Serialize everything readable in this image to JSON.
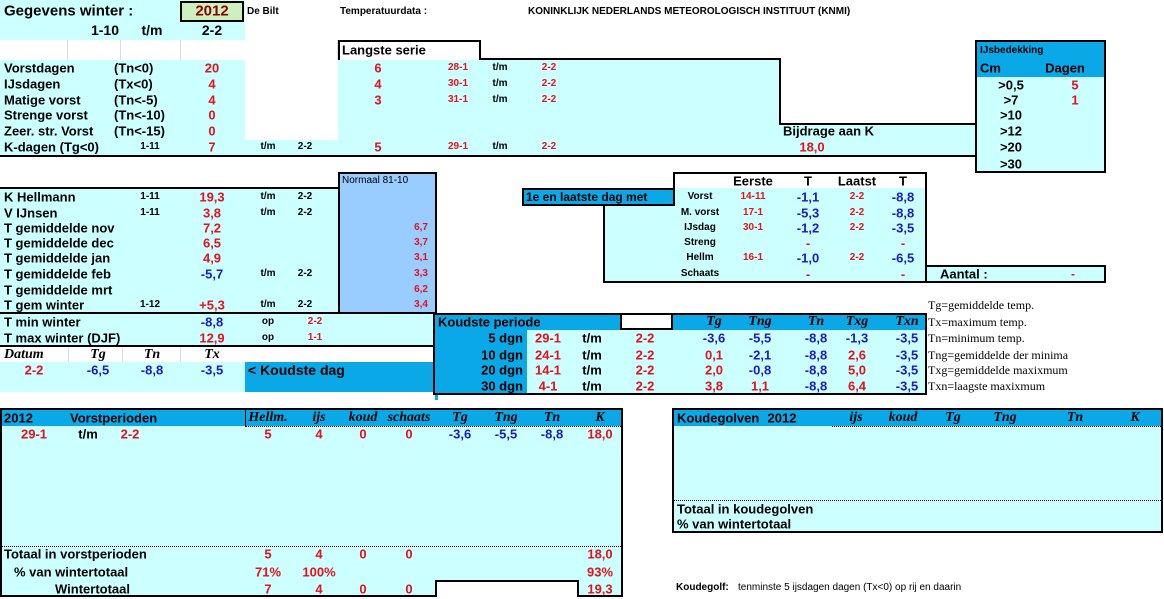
{
  "header": {
    "title": "Gegevens winter :",
    "year": "2012",
    "station": "De Bilt",
    "source_label": "Temperatuurdata :",
    "institute": "KONINKLIJK NEDERLANDS METEOROLOGISCH INSTITUUT (KNMI)",
    "period_from": "1-10",
    "period_sep": "t/m",
    "period_to": "2-2"
  },
  "counts": {
    "longest_series_title": "Langste serie",
    "rows": [
      {
        "label": "Vorstdagen",
        "cond": "(Tn<0)",
        "value": "20",
        "series": "6",
        "from": "28-1",
        "sep": "t/m",
        "to": "2-2"
      },
      {
        "label": "IJsdagen",
        "cond": "(Tx<0)",
        "value": "4",
        "series": "4",
        "from": "30-1",
        "sep": "t/m",
        "to": "2-2"
      },
      {
        "label": "Matige vorst",
        "cond": "(Tn<-5)",
        "value": "4",
        "series": "3",
        "from": "31-1",
        "sep": "t/m",
        "to": "2-2"
      },
      {
        "label": "Strenge vorst",
        "cond": "(Tn<-10)",
        "value": "0"
      },
      {
        "label": "Zeer. str. Vorst",
        "cond": "(Tn<-15)",
        "value": "0"
      }
    ],
    "k_days": {
      "label": "K-dagen (Tg<0)",
      "start": "1-11",
      "value": "7",
      "sep": "t/m",
      "to": "2-2",
      "series": "5",
      "from": "29-1",
      "sep2": "t/m",
      "to2": "2-2"
    },
    "contribution_title": "Bijdrage aan K",
    "contribution_value": "18,0"
  },
  "ice": {
    "title": "IJsbedekking",
    "cm_label": "Cm",
    "days_label": "Dagen",
    "rows": [
      {
        "cm": ">0,5",
        "days": "5"
      },
      {
        "cm": ">7",
        "days": "1"
      },
      {
        "cm": ">10",
        "days": ""
      },
      {
        "cm": ">12",
        "days": ""
      },
      {
        "cm": ">20",
        "days": ""
      },
      {
        "cm": ">30",
        "days": ""
      }
    ]
  },
  "stats": {
    "normal_title": "Normaal 81-10",
    "rows": [
      {
        "label": "K Hellmann",
        "start": "1-11",
        "value": "19,3",
        "sep": "t/m",
        "to": "2-2",
        "normal": ""
      },
      {
        "label": "V IJnsen",
        "start": "1-11",
        "value": "3,8",
        "sep": "t/m",
        "to": "2-2",
        "normal": ""
      },
      {
        "label": "T gemiddelde nov",
        "start": "",
        "value": "7,2",
        "sep": "",
        "to": "",
        "normal": "6,7"
      },
      {
        "label": "T gemiddelde dec",
        "start": "",
        "value": "6,5",
        "sep": "",
        "to": "",
        "normal": "3,7"
      },
      {
        "label": "T gemiddelde jan",
        "start": "",
        "value": "4,9",
        "sep": "",
        "to": "",
        "normal": "3,1"
      },
      {
        "label": "T gemiddelde feb",
        "start": "",
        "value": "-5,7",
        "sep": "t/m",
        "to": "2-2",
        "normal": "3,3"
      },
      {
        "label": "T gemiddelde mrt",
        "start": "",
        "value": "",
        "sep": "",
        "to": "",
        "normal": "6,2"
      },
      {
        "label": "T gem winter",
        "start": "1-12",
        "value": "+5,3",
        "sep": "t/m",
        "to": "2-2",
        "normal": "3,4"
      }
    ],
    "extremes": [
      {
        "label": "T min winter",
        "value": "-8,8",
        "op": "op",
        "date": "2-2"
      },
      {
        "label": "T max winter (DJF)",
        "value": "12,9",
        "op": "op",
        "date": "1-1"
      }
    ],
    "coldest_day": {
      "headers": [
        "Datum",
        "Tg",
        "Tn",
        "Tx"
      ],
      "values": [
        "2-2",
        "-6,5",
        "-8,8",
        "-3,5"
      ],
      "label": "< Koudste dag"
    }
  },
  "first_last": {
    "title": "1e en laatste dag met",
    "headers": [
      "Eerste",
      "T",
      "Laatst",
      "T"
    ],
    "rows": [
      {
        "label": "Vorst",
        "first": "14-11",
        "t1": "-1,1",
        "last": "2-2",
        "t2": "-8,8"
      },
      {
        "label": "M. vorst",
        "first": "17-1",
        "t1": "-5,3",
        "last": "2-2",
        "t2": "-8,8"
      },
      {
        "label": "IJsdag",
        "first": "30-1",
        "t1": "-1,2",
        "last": "2-2",
        "t2": "-3,5"
      },
      {
        "label": "Streng",
        "first": "",
        "t1": "-",
        "last": "",
        "t2": "-"
      },
      {
        "label": "Hellm",
        "first": "16-1",
        "t1": "-1,0",
        "last": "2-2",
        "t2": "-6,5"
      },
      {
        "label": "Schaats",
        "first": "",
        "t1": "-",
        "last": "",
        "t2": "-"
      }
    ],
    "count_label": "Aantal  :",
    "count_value": "-"
  },
  "coldest_period": {
    "title": "Koudste periode",
    "headers": [
      "Tg",
      "Tng",
      "Tn",
      "Txg",
      "Txn"
    ],
    "rows": [
      {
        "label": "5 dgn",
        "from": "29-1",
        "sep": "t/m",
        "to": "2-2",
        "values": [
          "-3,6",
          "-5,5",
          "-8,8",
          "-1,3",
          "-3,5"
        ]
      },
      {
        "label": "10 dgn",
        "from": "24-1",
        "sep": "t/m",
        "to": "2-2",
        "values": [
          "0,1",
          "-2,1",
          "-8,8",
          "2,6",
          "-3,5"
        ]
      },
      {
        "label": "20 dgn",
        "from": "14-1",
        "sep": "t/m",
        "to": "2-2",
        "values": [
          "2,0",
          "-0,8",
          "-8,8",
          "5,0",
          "-3,5"
        ]
      },
      {
        "label": "30 dgn",
        "from": "4-1",
        "sep": "t/m",
        "to": "2-2",
        "values": [
          "3,8",
          "1,1",
          "-8,8",
          "6,4",
          "-3,5"
        ]
      }
    ]
  },
  "legend": [
    "Tg=gemiddelde temp.",
    "Tx=maximum temp.",
    "Tn=minimum temp.",
    "Tng=gemiddelde der minima",
    "Txg=gemiddelde maxixmum",
    "Txn=laagste maxixmum"
  ],
  "frost_periods": {
    "year": "2012",
    "title": "Vorstperioden",
    "headers": [
      "Hellm.",
      "ijs",
      "koud",
      "schaats",
      "Tg",
      "Tng",
      "Tn",
      "K"
    ],
    "rows": [
      {
        "from": "29-1",
        "sep": "t/m",
        "to": "2-2",
        "values": [
          "5",
          "4",
          "0",
          "0",
          "-3,6",
          "-5,5",
          "-8,8",
          "18,0"
        ]
      }
    ],
    "totals": [
      {
        "label": "Totaal in vorstperioden",
        "values": [
          "5",
          "4",
          "0",
          "0",
          "",
          "",
          "",
          "18,0"
        ]
      },
      {
        "label": "% van wintertotaal",
        "values": [
          "71%",
          "100%",
          "",
          "",
          "",
          "",
          "",
          "93%"
        ]
      },
      {
        "label": "Wintertotaal",
        "values": [
          "7",
          "4",
          "0",
          "0",
          "",
          "",
          "",
          "19,3"
        ]
      }
    ]
  },
  "cold_waves": {
    "title": "Koudegolven",
    "year": "2012",
    "headers": [
      "ijs",
      "koud",
      "Tg",
      "Tng",
      "Tn",
      "K"
    ],
    "total_label": "Totaal in koudegolven",
    "pct_label": "% van wintertotaal"
  },
  "footnote": {
    "bold": "Koudegolf:",
    "text": "tenminste 5 ijsdagen dagen (Tx<0) op rij en daarin"
  }
}
